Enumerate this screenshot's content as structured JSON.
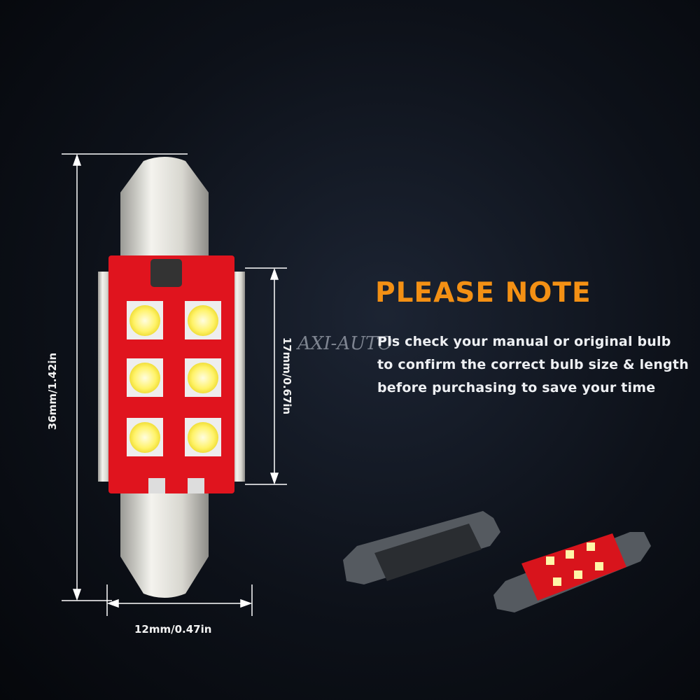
{
  "note": {
    "title": "PLEASE NOTE",
    "lines": [
      "Pls check your manual or original bulb",
      "to confirm the correct bulb size & length",
      "before purchasing to save your time"
    ]
  },
  "dimensions": {
    "length": "36mm/1.42in",
    "board_length": "17mm/0.67in",
    "width": "12mm/0.47in"
  },
  "watermark": "AXI-AUTO",
  "colors": {
    "accent": "#f39014",
    "pcb": "#e0141e",
    "led": "#fff36a"
  }
}
